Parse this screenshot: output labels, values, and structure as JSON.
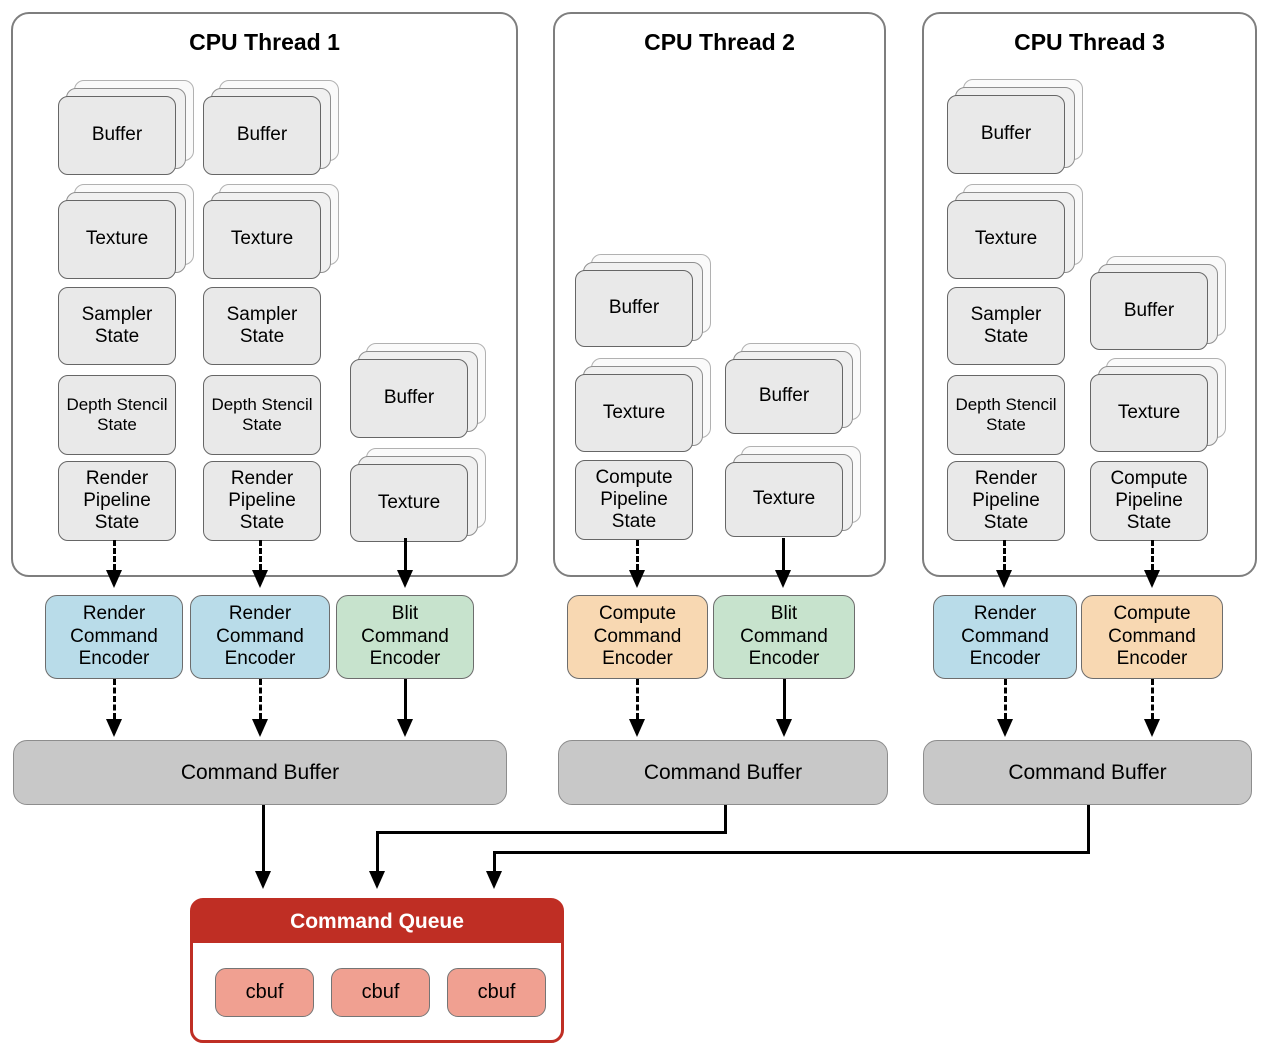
{
  "colors": {
    "render-encoder": "#b9dce9",
    "blit-encoder": "#c7e3cd",
    "compute-encoder": "#f8d8b2",
    "queue-red": "#bf2e24",
    "cbuf-chip": "#f0a091",
    "resource-card": "#e9e9e9",
    "command-buffer": "#c8c8c8"
  },
  "threads": [
    {
      "title": "CPU Thread 1",
      "resources": [
        {
          "label": "Buffer",
          "stacked": true
        },
        {
          "label": "Buffer",
          "stacked": true
        },
        {
          "label": "Texture",
          "stacked": true
        },
        {
          "label": "Texture",
          "stacked": true
        },
        {
          "label": "Sampler\nState",
          "stacked": false
        },
        {
          "label": "Sampler\nState",
          "stacked": false
        },
        {
          "label": "Depth Stencil\nState",
          "stacked": false
        },
        {
          "label": "Depth Stencil\nState",
          "stacked": false
        },
        {
          "label": "Render\nPipeline\nState",
          "stacked": false
        },
        {
          "label": "Render\nPipeline\nState",
          "stacked": false
        },
        {
          "label": "Buffer",
          "stacked": true
        },
        {
          "label": "Texture",
          "stacked": true
        }
      ],
      "encoders": [
        {
          "label": "Render\nCommand\nEncoder",
          "type": "render"
        },
        {
          "label": "Render\nCommand\nEncoder",
          "type": "render"
        },
        {
          "label": "Blit\nCommand\nEncoder",
          "type": "blit"
        }
      ],
      "command_buffer": "Command Buffer"
    },
    {
      "title": "CPU Thread 2",
      "resources": [
        {
          "label": "Buffer",
          "stacked": true
        },
        {
          "label": "Texture",
          "stacked": true
        },
        {
          "label": "Compute\nPipeline\nState",
          "stacked": false
        },
        {
          "label": "Buffer",
          "stacked": true
        },
        {
          "label": "Texture",
          "stacked": true
        }
      ],
      "encoders": [
        {
          "label": "Compute\nCommand\nEncoder",
          "type": "compute"
        },
        {
          "label": "Blit\nCommand\nEncoder",
          "type": "blit"
        }
      ],
      "command_buffer": "Command Buffer"
    },
    {
      "title": "CPU Thread 3",
      "resources": [
        {
          "label": "Buffer",
          "stacked": true
        },
        {
          "label": "Texture",
          "stacked": true
        },
        {
          "label": "Sampler\nState",
          "stacked": false
        },
        {
          "label": "Depth Stencil\nState",
          "stacked": false
        },
        {
          "label": "Render\nPipeline\nState",
          "stacked": false
        },
        {
          "label": "Buffer",
          "stacked": true
        },
        {
          "label": "Texture",
          "stacked": true
        },
        {
          "label": "Compute\nPipeline\nState",
          "stacked": false
        }
      ],
      "encoders": [
        {
          "label": "Render\nCommand\nEncoder",
          "type": "render"
        },
        {
          "label": "Compute\nCommand\nEncoder",
          "type": "compute"
        }
      ],
      "command_buffer": "Command Buffer"
    }
  ],
  "command_queue": {
    "title": "Command Queue",
    "items": [
      "cbuf",
      "cbuf",
      "cbuf"
    ]
  }
}
